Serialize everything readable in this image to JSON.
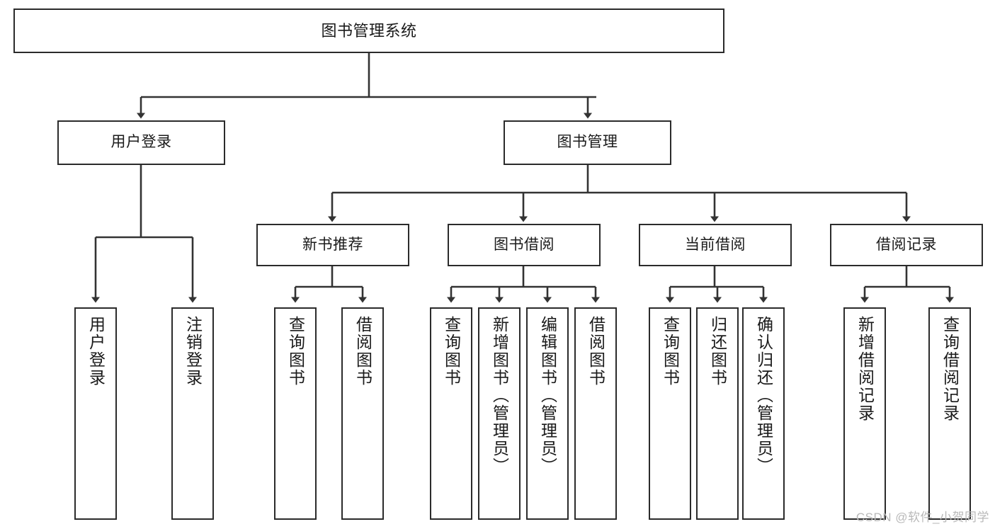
{
  "diagram": {
    "title": "图书管理系统",
    "type": "tree-structure-chart",
    "watermark": "CSDN @软件_小贺同学",
    "colors": {
      "box_border": "#2b2b2b",
      "box_fill": "#ffffff",
      "edge": "#333333",
      "text": "#1a1a1a",
      "watermark": "#b9b9b9",
      "background": "#ffffff"
    },
    "nodes": {
      "root": {
        "label": "图书管理系统"
      },
      "level2": [
        {
          "id": "user-login",
          "label": "用户登录"
        },
        {
          "id": "book-manage",
          "label": "图书管理"
        }
      ],
      "level3": [
        {
          "id": "new-book-recommend",
          "label": "新书推荐"
        },
        {
          "id": "book-borrow",
          "label": "图书借阅"
        },
        {
          "id": "current-borrow",
          "label": "当前借阅"
        },
        {
          "id": "borrow-record",
          "label": "借阅记录"
        }
      ],
      "leaves": {
        "user-login": [
          {
            "id": "leaf-user-login",
            "label": "用户登录"
          },
          {
            "id": "leaf-logout-login",
            "label": "注销登录"
          }
        ],
        "new-book-recommend": [
          {
            "id": "leaf-query-book-1",
            "label": "查询图书"
          },
          {
            "id": "leaf-borrow-book-1",
            "label": "借阅图书"
          }
        ],
        "book-borrow": [
          {
            "id": "leaf-query-book-2",
            "label": "查询图书"
          },
          {
            "id": "leaf-add-book",
            "label": "新增图书（管理员）"
          },
          {
            "id": "leaf-edit-book",
            "label": "编辑图书（管理员）"
          },
          {
            "id": "leaf-borrow-book-2",
            "label": "借阅图书"
          }
        ],
        "current-borrow": [
          {
            "id": "leaf-query-book-3",
            "label": "查询图书"
          },
          {
            "id": "leaf-return-book",
            "label": "归还图书"
          },
          {
            "id": "leaf-confirm-return",
            "label": "确认归还（管理员）"
          }
        ],
        "borrow-record": [
          {
            "id": "leaf-add-record",
            "label": "新增借阅记录"
          },
          {
            "id": "leaf-query-record",
            "label": "查询借阅记录"
          }
        ]
      }
    }
  }
}
